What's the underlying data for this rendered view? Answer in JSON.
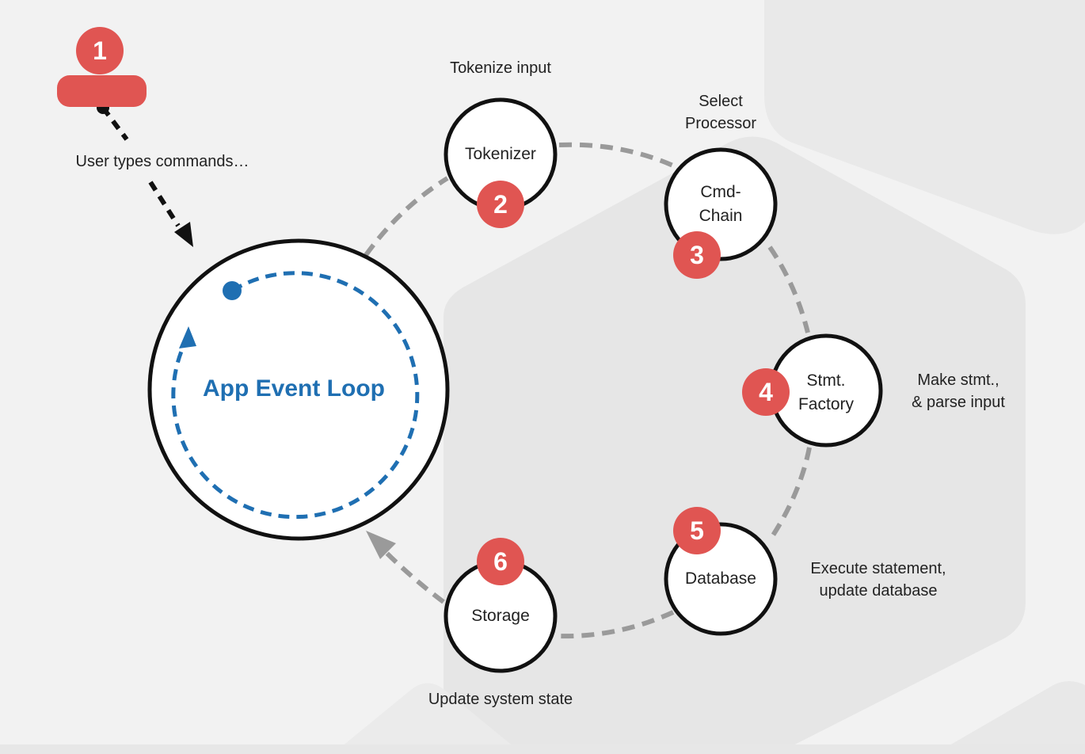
{
  "colors": {
    "accent_red": "#e05552",
    "loop_blue": "#1f6fb2",
    "connector_gray": "#9a9a9a",
    "outline_black": "#111111"
  },
  "user": {
    "badge": "1",
    "caption": "User types commands…"
  },
  "loop": {
    "title": "App Event Loop"
  },
  "steps": [
    {
      "id": "tokenizer",
      "badge": "2",
      "node_lines": [
        "Tokenizer"
      ],
      "caption_lines": [
        "Tokenize input"
      ]
    },
    {
      "id": "cmd-chain",
      "badge": "3",
      "node_lines": [
        "Cmd-",
        "Chain"
      ],
      "caption_lines": [
        "Select",
        "Processor"
      ]
    },
    {
      "id": "stmt-factory",
      "badge": "4",
      "node_lines": [
        "Stmt.",
        "Factory"
      ],
      "caption_lines": [
        "Make stmt.,",
        "& parse input"
      ]
    },
    {
      "id": "database",
      "badge": "5",
      "node_lines": [
        "Database"
      ],
      "caption_lines": [
        "Execute statement,",
        "update database"
      ]
    },
    {
      "id": "storage",
      "badge": "6",
      "node_lines": [
        "Storage"
      ],
      "caption_lines": [
        "Update system state"
      ]
    }
  ]
}
